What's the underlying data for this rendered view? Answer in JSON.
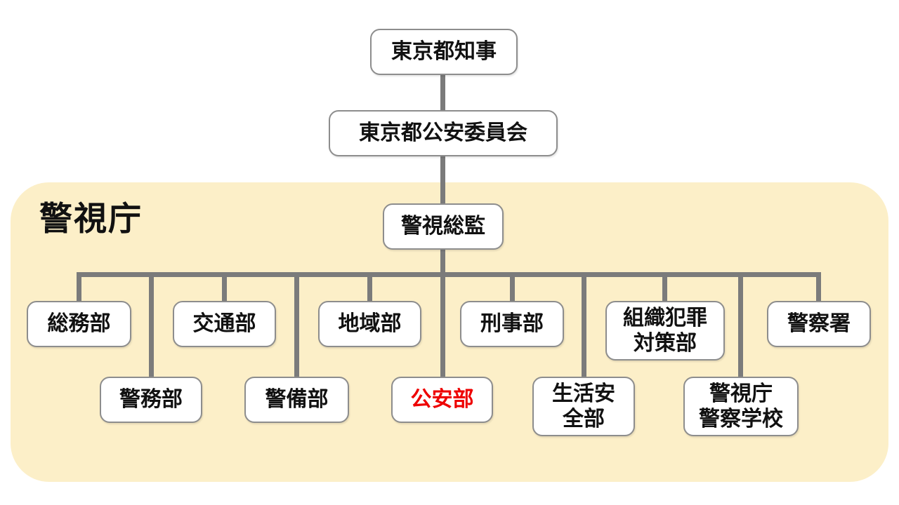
{
  "diagram": {
    "group_label": "警視庁",
    "nodes": {
      "governor": {
        "label": "東京都知事"
      },
      "public_safety_commission": {
        "label": "東京都公安委員会"
      },
      "superintendent_general": {
        "label": "警視総監"
      },
      "general_affairs": {
        "label": "総務部"
      },
      "personnel": {
        "label": "警務部"
      },
      "traffic": {
        "label": "交通部"
      },
      "security": {
        "label": "警備部"
      },
      "community": {
        "label": "地域部"
      },
      "public_security": {
        "label": "公安部",
        "text_color": "#EE0000"
      },
      "criminal_investigation": {
        "label": "刑事部"
      },
      "community_safety": {
        "label": "生活安\n全部"
      },
      "organized_crime": {
        "label": "組織犯罪\n対策部"
      },
      "police_academy": {
        "label": "警視庁\n警察学校"
      },
      "police_station": {
        "label": "警察署"
      }
    },
    "colors": {
      "group_background": "#FCEFC8",
      "connector": "#7B7B7B",
      "box_border": "#8D8D8D",
      "box_background": "#FFFFFF",
      "text": "#111111",
      "highlight_text": "#EE0000"
    }
  }
}
